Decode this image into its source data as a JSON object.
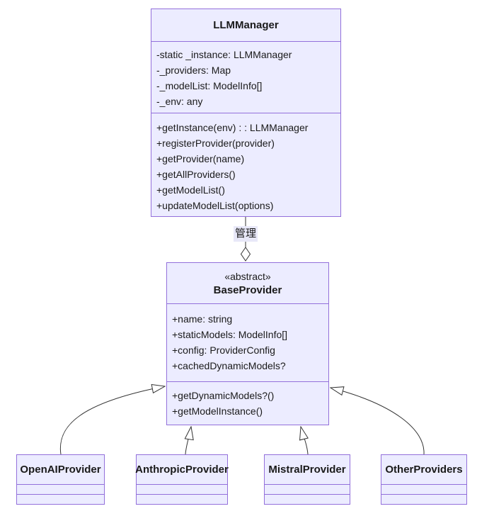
{
  "classes": {
    "llm_manager": {
      "name": "LLMManager",
      "attributes": [
        "-static _instance: LLMManager",
        "-_providers: Map",
        "-_modelList: ModelInfo[]",
        "-_env: any"
      ],
      "methods": [
        "+getInstance(env) : : LLMManager",
        "+registerProvider(provider)",
        "+getProvider(name)",
        "+getAllProviders()",
        "+getModelList()",
        "+updateModelList(options)"
      ]
    },
    "base_provider": {
      "stereotype": "«abstract»",
      "name": "BaseProvider",
      "attributes": [
        "+name: string",
        "+staticModels: ModelInfo[]",
        "+config: ProviderConfig",
        "+cachedDynamicModels?"
      ],
      "methods": [
        "+getDynamicModels?()",
        "+getModelInstance()"
      ]
    },
    "openai_provider": {
      "name": "OpenAIProvider"
    },
    "anthropic_provider": {
      "name": "AnthropicProvider"
    },
    "mistral_provider": {
      "name": "MistralProvider"
    },
    "other_providers": {
      "name": "OtherProviders"
    }
  },
  "relationships": {
    "manages": {
      "label": "管理",
      "type": "aggregation",
      "from": "LLMManager",
      "to": "BaseProvider"
    },
    "inheritance": [
      {
        "from": "OpenAIProvider",
        "to": "BaseProvider"
      },
      {
        "from": "AnthropicProvider",
        "to": "BaseProvider"
      },
      {
        "from": "MistralProvider",
        "to": "BaseProvider"
      },
      {
        "from": "OtherProviders",
        "to": "BaseProvider"
      }
    ]
  },
  "colors": {
    "box_fill": "#ECECFF",
    "box_border": "#9370DB",
    "connector": "#333333",
    "text": "#1a1a1a",
    "label_bg": "#E8E8F8"
  }
}
